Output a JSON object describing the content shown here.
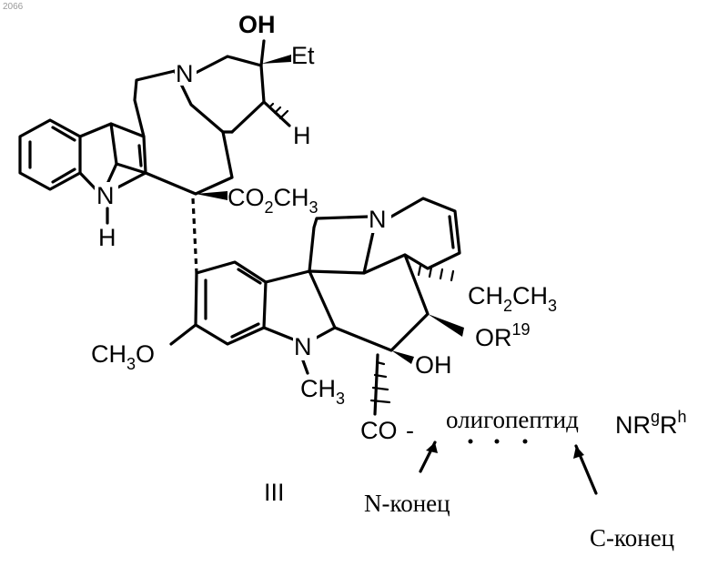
{
  "corner_id": "2066",
  "labels": {
    "oh_top": "OH",
    "et": "Et",
    "n_top": "N",
    "h_right": "H",
    "nh_n": "N",
    "nh_h": "H",
    "ester_pre": "CO",
    "ester_sub": "2",
    "ester_post": "CH",
    "ester_sub2": "3",
    "n_right": "N",
    "ethyl_pre": "CH",
    "ethyl_sub": "2",
    "ethyl_post": "CH",
    "ethyl_sub2": "3",
    "methoxy_pre": "CH",
    "methoxy_sub": "3",
    "methoxy_post": "O",
    "n_methyl_n": "N",
    "n_methyl_pre": "CH",
    "n_methyl_sub": "3",
    "or19_pre": "OR",
    "or19_sup": "19",
    "oh_bottom": "OH",
    "co": "CO",
    "dash_sep": "-",
    "oligopeptide": "олигопептид",
    "nr_pre": "NR",
    "nr_sup1": "g",
    "nr_mid": "R",
    "nr_sup2": "h",
    "compound": "III",
    "n_terminus": "N-конец",
    "c_terminus": "C-конец"
  }
}
